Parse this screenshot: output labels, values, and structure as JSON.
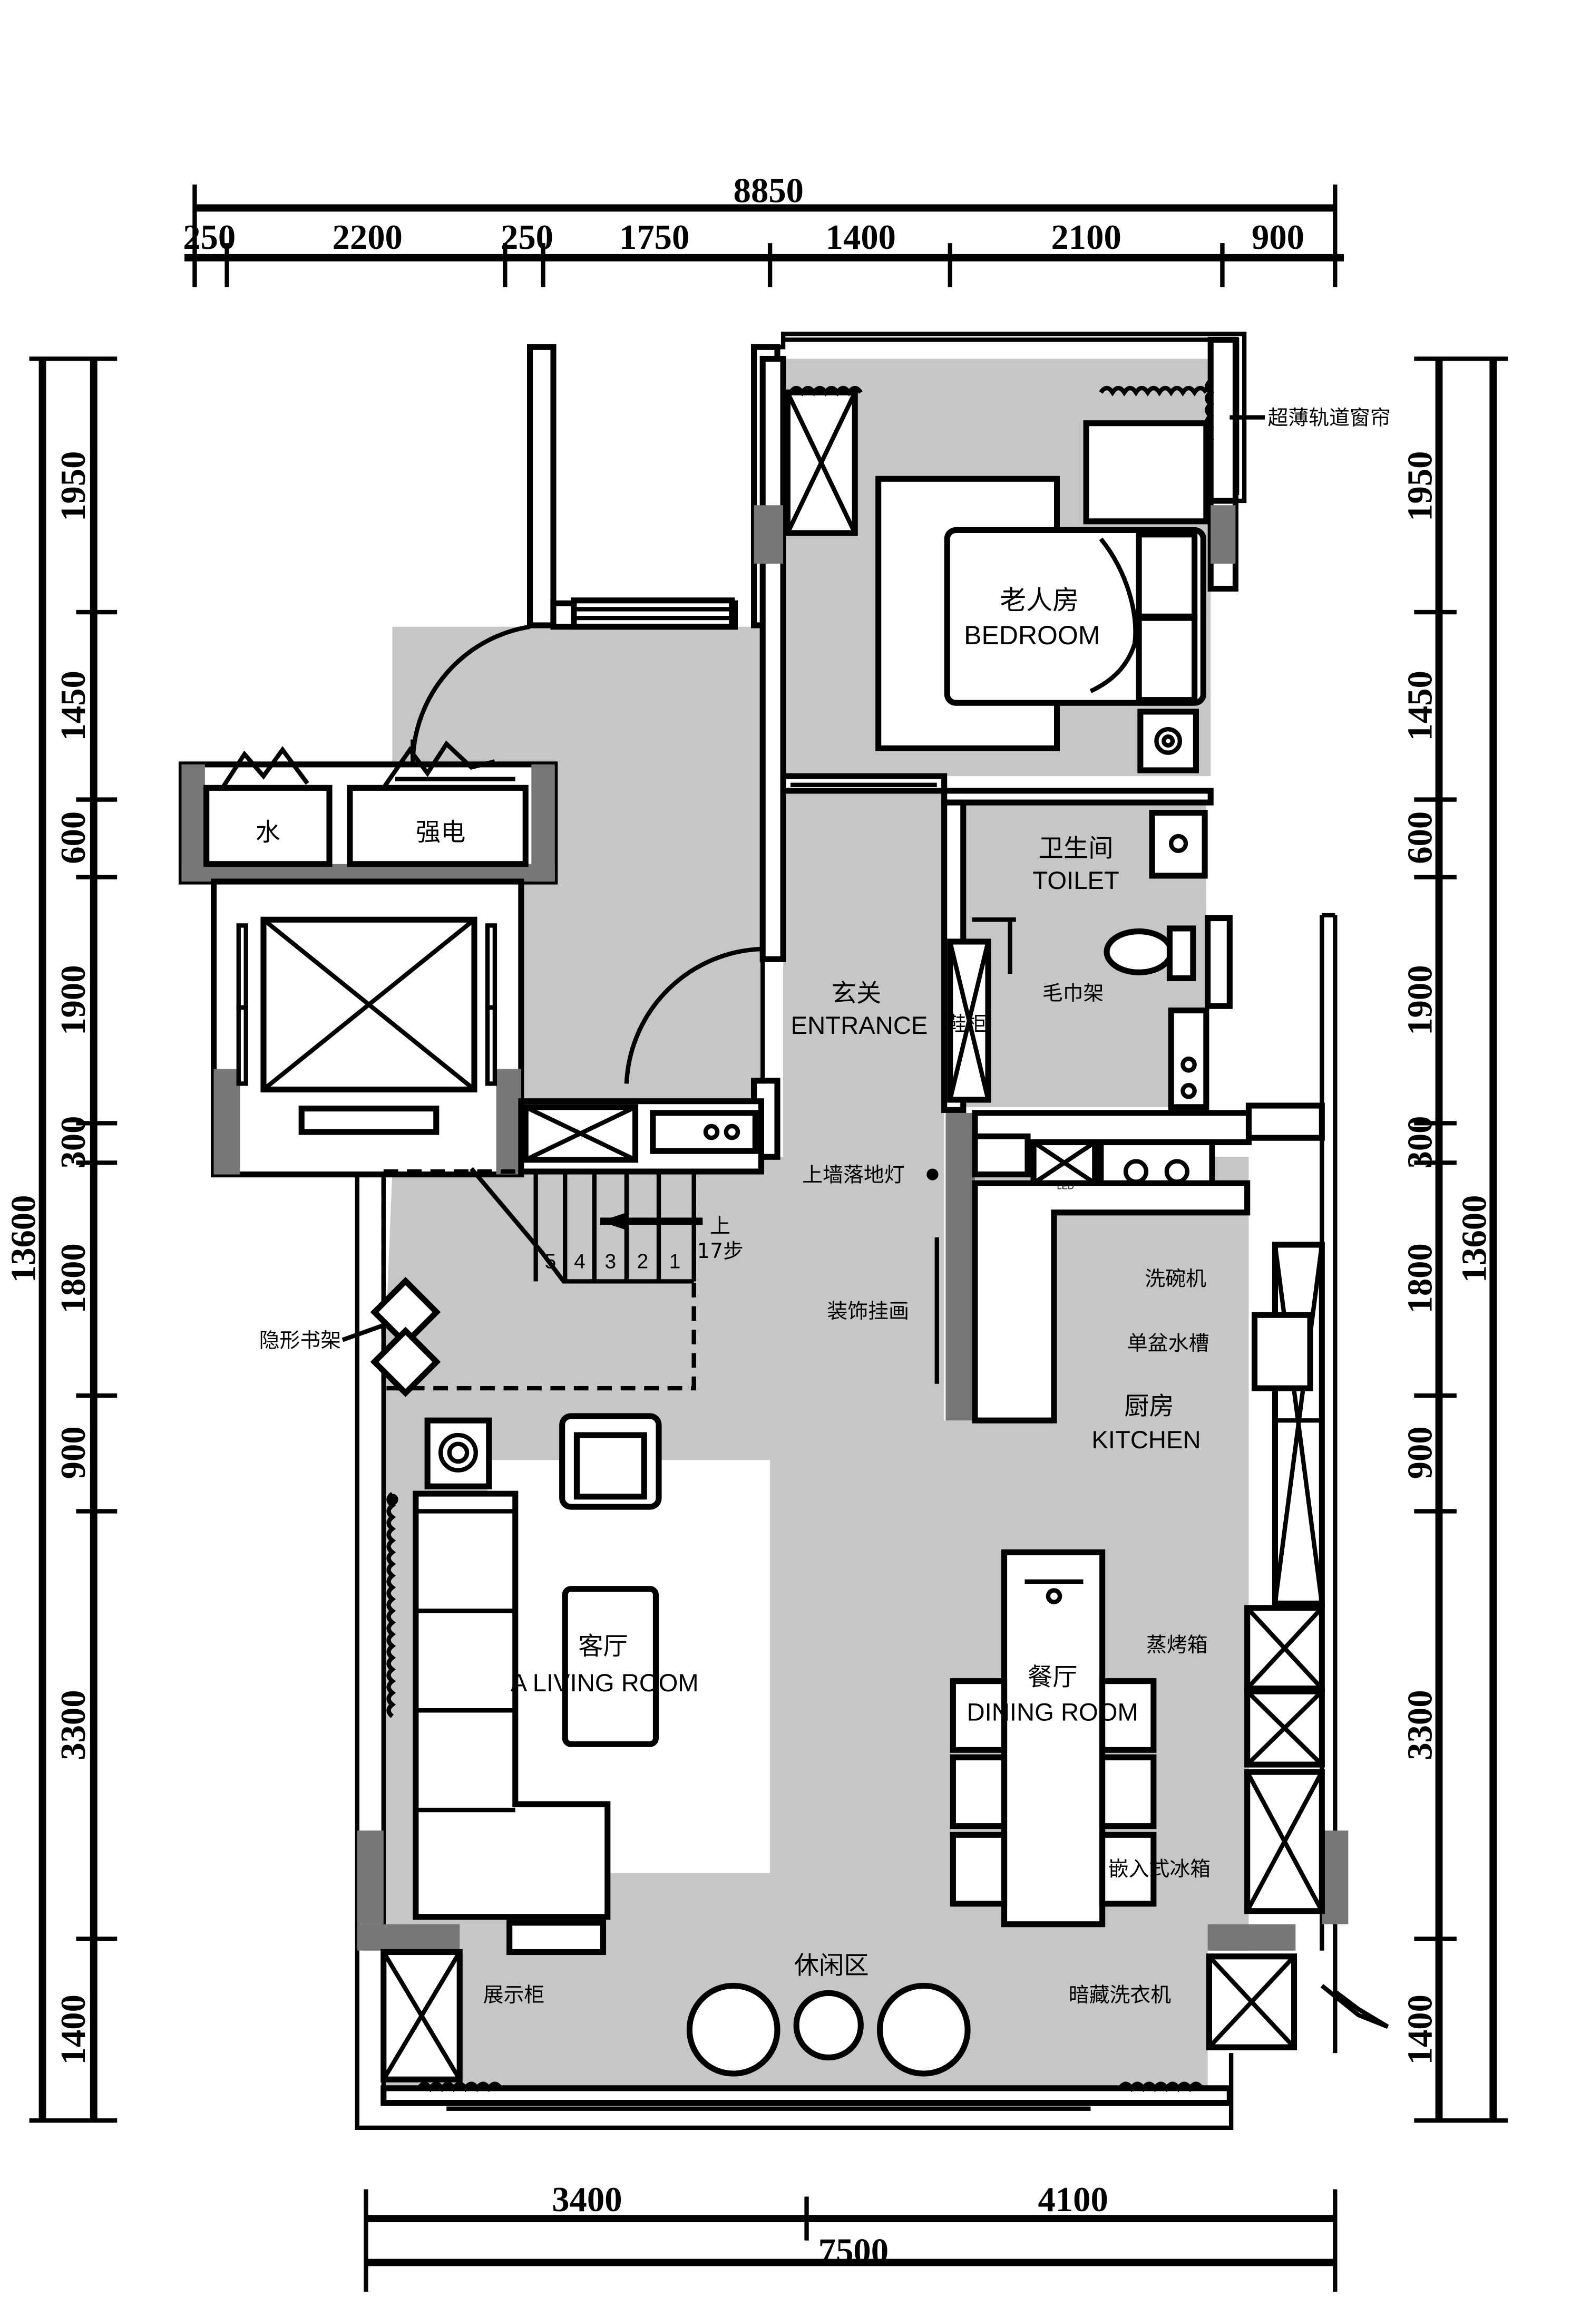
{
  "dimensions": {
    "top_total": "8850",
    "top_segments": [
      "250",
      "2200",
      "250",
      "1750",
      "1400",
      "2100",
      "900"
    ],
    "left_total": "13600",
    "left_segments": [
      "1950",
      "1450",
      "600",
      "1900",
      "300",
      "1800",
      "900",
      "3300",
      "1400"
    ],
    "right_total": "13600",
    "right_segments": [
      "1950",
      "1450",
      "600",
      "1900",
      "300",
      "1800",
      "900",
      "3300",
      "1400"
    ],
    "bottom_segments": [
      "3400",
      "4100"
    ],
    "bottom_total": "7500"
  },
  "rooms": {
    "bedroom": {
      "cn": "老人房",
      "en": "BEDROOM"
    },
    "toilet": {
      "cn": "卫生间",
      "en": "TOILET"
    },
    "entrance": {
      "cn": "玄关",
      "en": "ENTRANCE"
    },
    "kitchen": {
      "cn": "厨房",
      "en": "KITCHEN"
    },
    "living": {
      "cn": "客厅",
      "en": "A LIVING ROOM"
    },
    "dining": {
      "cn": "餐厅",
      "en": "DINING ROOM"
    },
    "leisure": {
      "cn": "休闲区"
    }
  },
  "shafts": {
    "water": "水",
    "power": "强电"
  },
  "stairs": {
    "up": "上",
    "steps": "17步",
    "numbers": [
      "5",
      "4",
      "3",
      "2",
      "1"
    ]
  },
  "annotations": {
    "curtain": "超薄轨道窗帘",
    "towel_rack": "毛巾架",
    "shoe_cabinet": "鞋柜",
    "floor_lamp": "上墙落地灯",
    "decor_painting": "装饰挂画",
    "hidden_shelf": "隐形书架",
    "dishwasher": "洗碗机",
    "single_sink": "单盆水槽",
    "steam_oven": "蒸烤箱",
    "fridge": "嵌入式冰箱",
    "display_cabinet": "展示柜",
    "washer": "暗藏洗衣机"
  },
  "led_label": "LED",
  "colors": {
    "floor": "#c6c6c6",
    "column": "#777777",
    "line": "#000000"
  }
}
